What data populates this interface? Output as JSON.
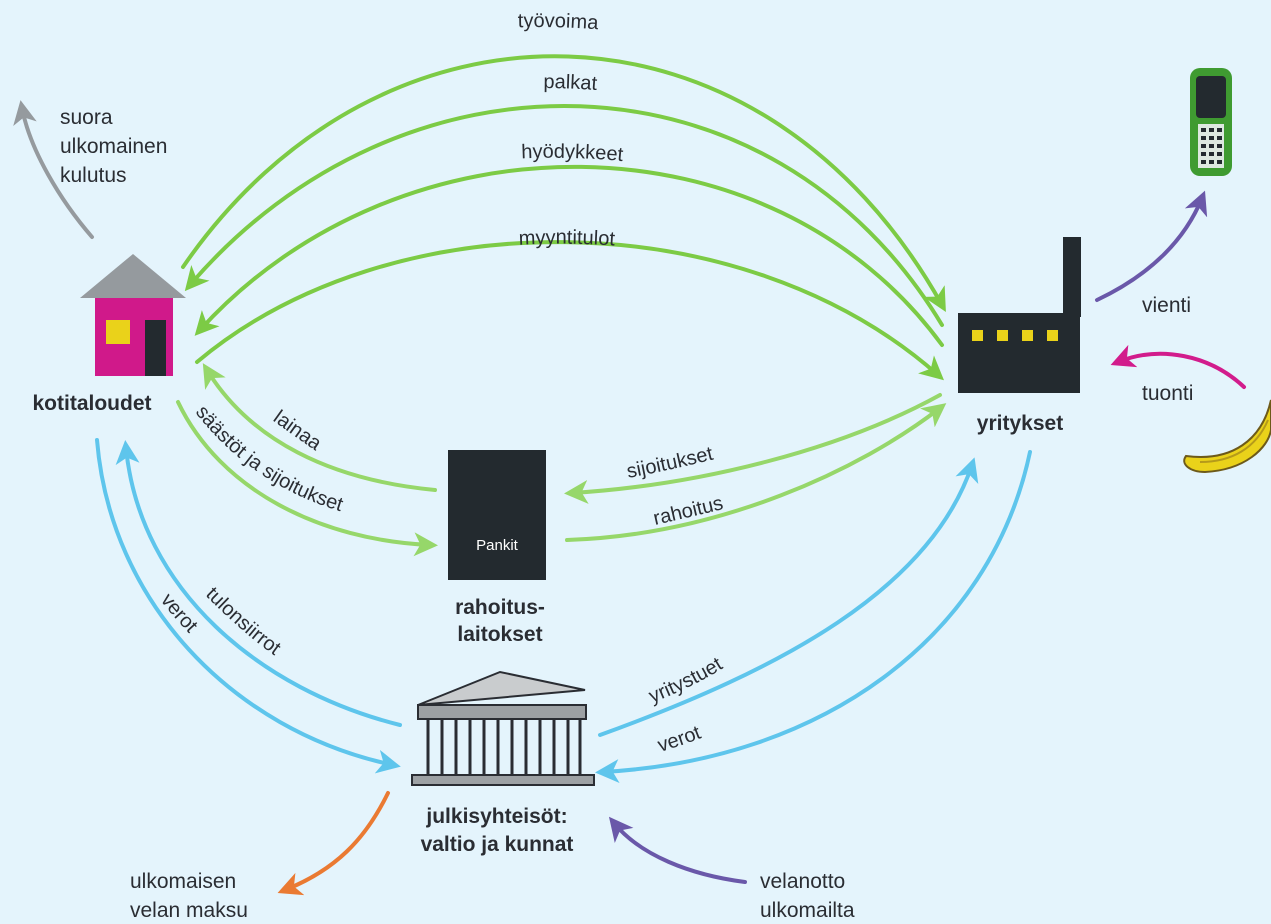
{
  "colors": {
    "background": "#e4f4fc",
    "green": "#7ccb45",
    "light_green": "#96d76a",
    "blue": "#5ec5ec",
    "gray": "#959a9e",
    "purple": "#6a58a9",
    "magenta": "#d21c8c",
    "orange": "#ea7a32",
    "dark": "#232a2f",
    "house_wall": "#d0198a",
    "window_yellow": "#ead21a"
  },
  "nodes": {
    "households": "kotitaloudet",
    "firms": "yritykset",
    "banks_box": "Pankit",
    "banks_line1": "rahoitus-",
    "banks_line2": "laitokset",
    "public_line1": "julkisyhteisöt:",
    "public_line2": "valtio ja kunnat"
  },
  "flows": {
    "labour": "työvoima",
    "wages": "palkat",
    "goods": "hyödykkeet",
    "sales_revenue": "myyntitulot",
    "loans": "lainaa",
    "savings": "säästöt ja sijoitukset",
    "investments": "sijoitukset",
    "financing": "rahoitus",
    "taxes_households": "verot",
    "transfers": "tulonsiirrot",
    "business_subsidies": "yritystuet",
    "taxes_firms": "verot",
    "exports": "vienti",
    "imports": "tuonti"
  },
  "external": {
    "foreign_consumption": [
      "suora",
      "ulkomainen",
      "kulutus"
    ],
    "foreign_debt_payment": [
      "ulkomaisen",
      "velan maksu"
    ],
    "foreign_borrowing": [
      "velanotto",
      "ulkomailta"
    ]
  },
  "icons": [
    "house-icon",
    "factory-icon",
    "bank-box-icon",
    "parthenon-icon",
    "mobile-phone-icon",
    "banana-icon"
  ]
}
